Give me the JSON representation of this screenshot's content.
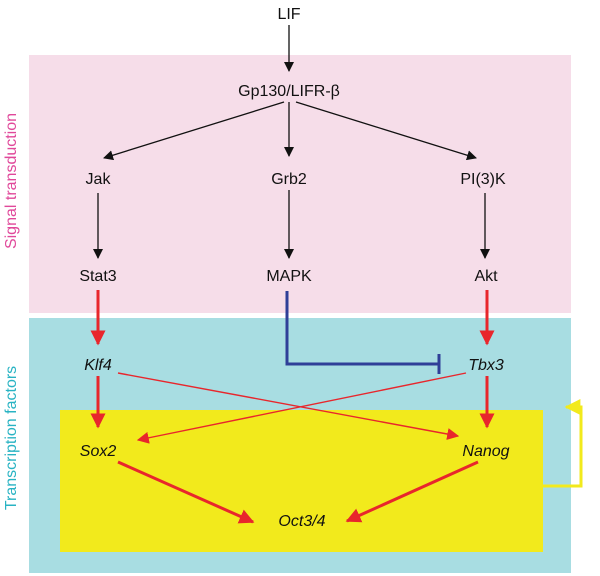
{
  "colors": {
    "signal_panel": "#f6dde9",
    "tf_panel": "#a8dde2",
    "core_box": "#f2ea1c",
    "signal_label": "#e0489a",
    "tf_label": "#28b3c3",
    "black_arrow": "#111111",
    "red_arrow": "#e8262c",
    "blue_inhibit": "#2f3f98",
    "yellow_loop": "#f2ea1c"
  },
  "side_labels": {
    "signal": "Signal transduction",
    "tf": "Transcription factors"
  },
  "nodes": {
    "lif": "LIF",
    "gp130": "Gp130/LIFR-β",
    "jak": "Jak",
    "grb2": "Grb2",
    "pi3k": "PI(3)K",
    "stat3": "Stat3",
    "mapk": "MAPK",
    "akt": "Akt",
    "klf4": "Klf4",
    "tbx3": "Tbx3",
    "sox2": "Sox2",
    "nanog": "Nanog",
    "oct34": "Oct3/4"
  },
  "edges": [
    {
      "from": "lif",
      "to": "gp130",
      "type": "activation",
      "color": "black"
    },
    {
      "from": "gp130",
      "to": "jak",
      "type": "activation",
      "color": "black"
    },
    {
      "from": "gp130",
      "to": "grb2",
      "type": "activation",
      "color": "black"
    },
    {
      "from": "gp130",
      "to": "pi3k",
      "type": "activation",
      "color": "black"
    },
    {
      "from": "jak",
      "to": "stat3",
      "type": "activation",
      "color": "black"
    },
    {
      "from": "grb2",
      "to": "mapk",
      "type": "activation",
      "color": "black"
    },
    {
      "from": "pi3k",
      "to": "akt",
      "type": "activation",
      "color": "black"
    },
    {
      "from": "stat3",
      "to": "klf4",
      "type": "activation",
      "color": "red"
    },
    {
      "from": "akt",
      "to": "tbx3",
      "type": "activation",
      "color": "red"
    },
    {
      "from": "mapk",
      "to": "tbx3",
      "type": "inhibition",
      "color": "blue"
    },
    {
      "from": "klf4",
      "to": "sox2",
      "type": "activation",
      "color": "red"
    },
    {
      "from": "klf4",
      "to": "nanog",
      "type": "activation",
      "color": "red"
    },
    {
      "from": "tbx3",
      "to": "sox2",
      "type": "activation",
      "color": "red"
    },
    {
      "from": "tbx3",
      "to": "nanog",
      "type": "activation",
      "color": "red"
    },
    {
      "from": "sox2",
      "to": "oct34",
      "type": "activation",
      "color": "red"
    },
    {
      "from": "nanog",
      "to": "oct34",
      "type": "activation",
      "color": "red"
    },
    {
      "from": "core",
      "to": "core",
      "type": "self-activation",
      "color": "yellow"
    }
  ]
}
